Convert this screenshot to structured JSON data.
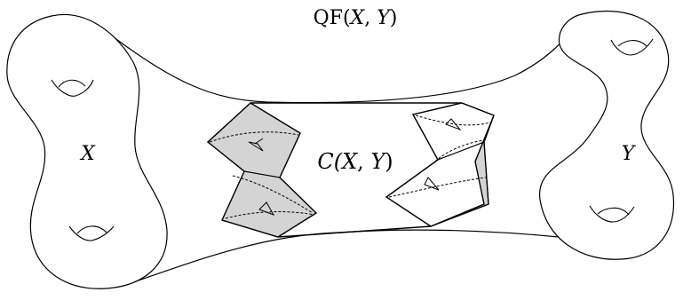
{
  "title": {
    "prefix": "QF(",
    "var_x": "X",
    "sep": ", ",
    "var_y": "Y",
    "suffix": ")"
  },
  "left_surface": {
    "label": "X"
  },
  "right_surface": {
    "label": "Y"
  },
  "convex_core": {
    "prefix": "C(",
    "var_x": "X",
    "sep": ", ",
    "var_y": "Y",
    "suffix": ")",
    "fill_color": "#d4d4d4"
  }
}
